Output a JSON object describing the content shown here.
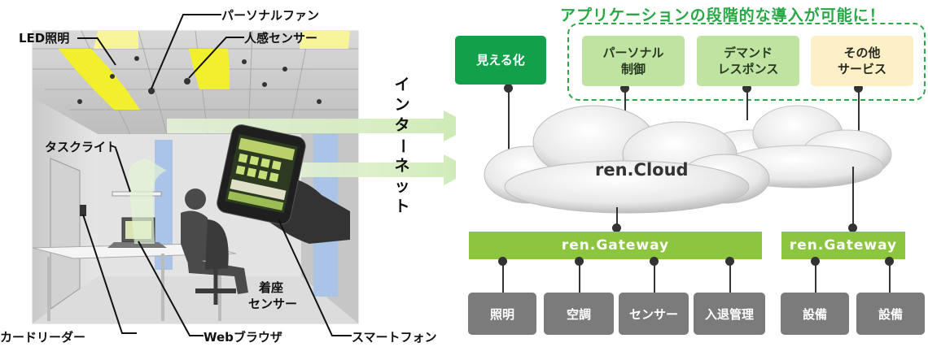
{
  "headline": "アプリケーションの段階的な導入が可能に！",
  "apps": {
    "mieruka": "見える化",
    "personal": "パーソナル\n制御",
    "demand": "デマンド\nレスポンス",
    "other": "その他\nサービス"
  },
  "cloud_label": "ren.Cloud",
  "internet_label": [
    "イ",
    "ン",
    "タ",
    "ー",
    "ネ",
    "ッ",
    "ト"
  ],
  "gateways": {
    "main": "ren.Gateway",
    "secondary": "ren.Gateway"
  },
  "devices": [
    "照明",
    "空調",
    "センサー",
    "入退管理",
    "設備",
    "設備"
  ],
  "office_labels": {
    "led": "LED照明",
    "fan": "パーソナルファン",
    "human_sensor": "人感センサー",
    "task_light": "タスクライト",
    "seat_sensor_1": "着座",
    "seat_sensor_2": "センサー",
    "card_reader": "カードリーダー",
    "browser": "Webブラウザ",
    "smartphone": "スマートフォン"
  },
  "colors": {
    "dark_green": "#12a14a",
    "light_green": "#bfe3a1",
    "cream": "#fdefc6",
    "gateway_green": "#8cc63f",
    "device_gray": "#7b7b7b",
    "headline_green": "#27a844"
  }
}
